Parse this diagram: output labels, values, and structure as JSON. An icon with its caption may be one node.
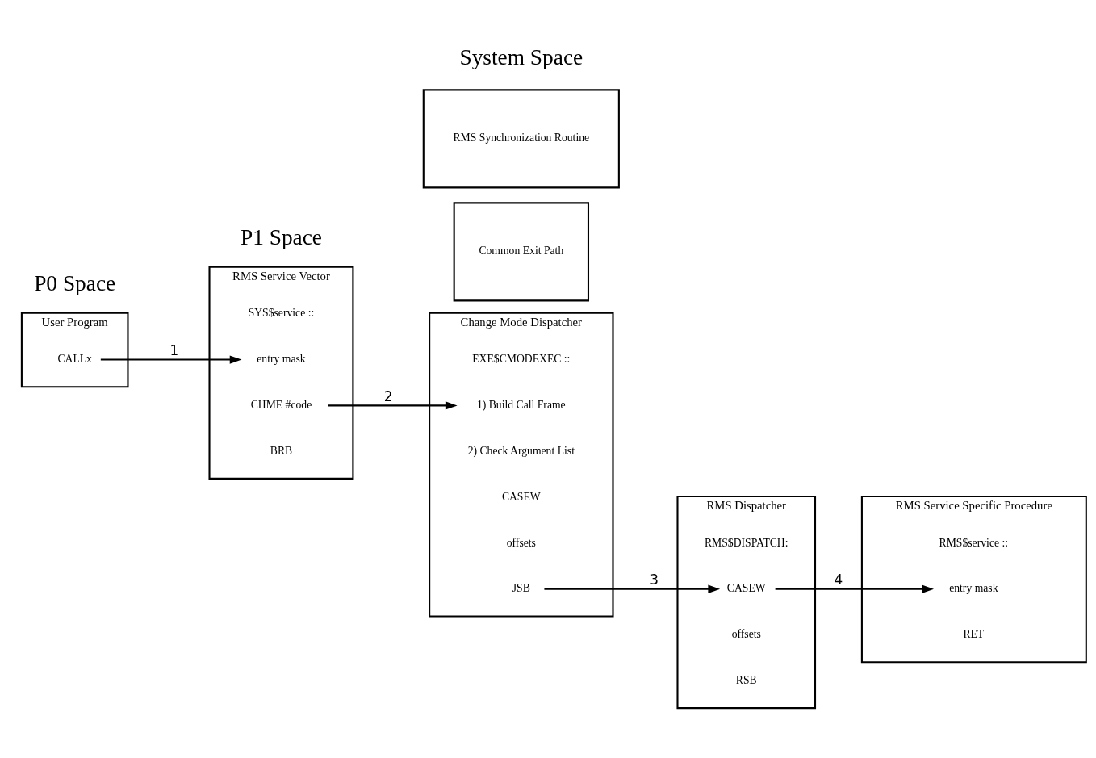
{
  "diagram": {
    "nodes": [
      {
        "text": [
          "User Program"
        ]
      },
      {
        "text": [
          "CALLx"
        ],
        "in": 0
      },
      {
        "text": [
          "RMS Service Vector"
        ]
      },
      {
        "text": [
          "SYS$service ::"
        ],
        "in": 2
      },
      {
        "text": [
          "entry mask"
        ],
        "in": 2
      },
      {
        "text": [
          "CHME #code"
        ],
        "in": 2
      },
      {
        "text": [
          "BRB"
        ],
        "in": 2
      },
      {
        "text": [
          "Change Mode Dispatcher"
        ]
      },
      {
        "text": [
          "EXE$CMODEXEC ::"
        ],
        "in": 7
      },
      {
        "text": [
          "1) Build Call Frame"
        ],
        "in": 7
      },
      {
        "text": [
          "2) Check Argument List"
        ],
        "in": 7
      },
      {
        "text": [
          "CASEW"
        ],
        "in": 7
      },
      {
        "text": [
          "offsets"
        ],
        "in": 7
      },
      {
        "text": [
          "JSB"
        ],
        "in": 7
      },
      {
        "text": [
          "Common Exit Path"
        ]
      },
      {
        "text": [
          "RMS Synchronization Routine"
        ]
      },
      {
        "text": [
          "RMS Dispatcher"
        ]
      },
      {
        "text": [
          "RMS$DISPATCH:"
        ],
        "in": 16
      },
      {
        "text": [
          "CASEW"
        ],
        "in": 16
      },
      {
        "text": [
          "offsets"
        ],
        "in": 16
      },
      {
        "text": [
          "RSB"
        ],
        "in": 16
      },
      {
        "text": [
          "RMS Service Specific Procedure"
        ]
      },
      {
        "text": [
          "RMS$service ::"
        ],
        "in": 21
      },
      {
        "text": [
          "entry mask"
        ],
        "in": 21
      },
      {
        "text": [
          "RET"
        ],
        "in": 21
      }
    ],
    "edges": [
      {
        "from": 1,
        "to": 4,
        "arrow": "to",
        "label": "1"
      },
      {
        "from": 5,
        "to": 9,
        "arrow": "to",
        "label": "2"
      },
      {
        "from": 13,
        "to": 18,
        "arrow": "to",
        "label": "3"
      },
      {
        "from": 18,
        "to": 23,
        "arrow": "to",
        "label": "4"
      }
    ],
    "labels": [
      "P0 Space",
      "P1 Space",
      "System Space"
    ]
  }
}
